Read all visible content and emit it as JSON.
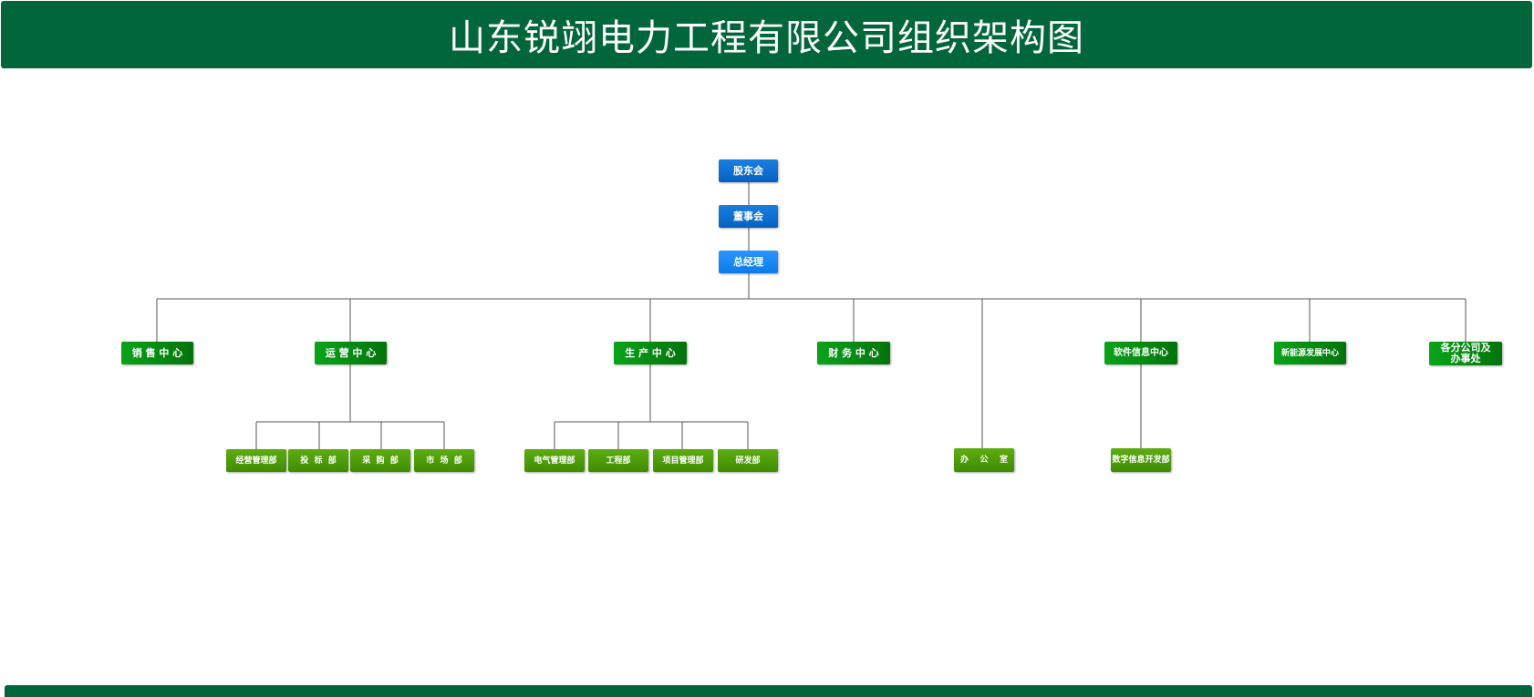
{
  "title": "山东锐翊电力工程有限公司组织架构图",
  "colors": {
    "header": "#01673a",
    "governance": "#0561c2",
    "manager": "#0a7ce8",
    "center": "#03730c",
    "department": "#3f8c03",
    "connector": "#555555"
  },
  "org": {
    "shareholders": "股东会",
    "board": "董事会",
    "general_manager": "总经理",
    "centers": {
      "sales": "销 售 中 心",
      "operations": "运 营 中 心",
      "production": "生 产 中 心",
      "finance": "财 务 中 心",
      "software": "软件信息中心",
      "new_energy": "新能源发展中心",
      "branches": "各分公司及办事处"
    },
    "office": "办    公    室",
    "operations_depts": [
      "经营管理部",
      "投  标  部",
      "采  购  部",
      "市  场  部"
    ],
    "production_depts": [
      "电气管理部",
      "工程部",
      "项目管理部",
      "研发部"
    ],
    "software_depts": [
      "数字信息开发部"
    ]
  }
}
